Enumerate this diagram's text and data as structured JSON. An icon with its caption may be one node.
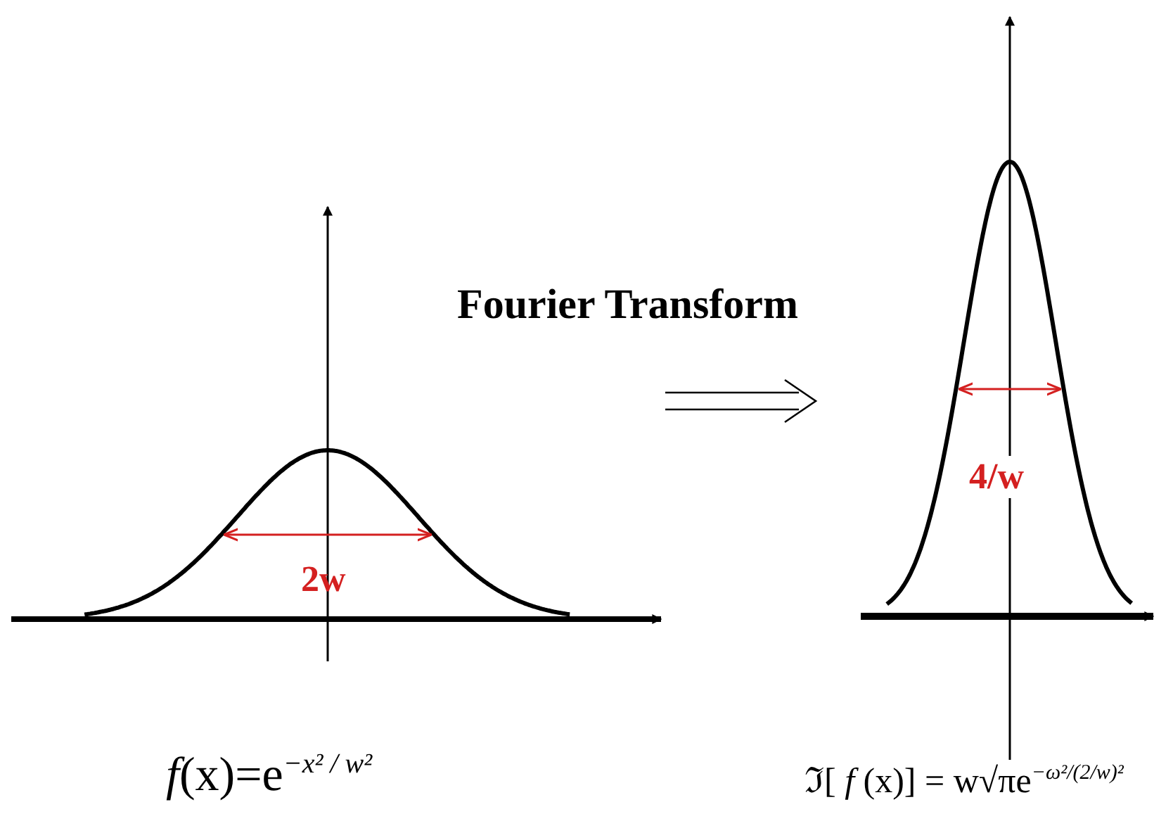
{
  "diagram": {
    "nodes": [
      {
        "text": [
          "2w"
        ],
        "beside": [
          "*f*(x)=e$^{−x² / w²}$"
        ]
      },
      {
        "text": [
          "4/w"
        ],
        "beside": [
          "ℑ[ *f* (x)] = w√πe$^{−ω²/(2/w)²}$"
        ]
      }
    ],
    "edges": [
      {
        "from": 0,
        "to": 1,
        "arrow": "to",
        "label": "Fourier Transform"
      }
    ]
  }
}
